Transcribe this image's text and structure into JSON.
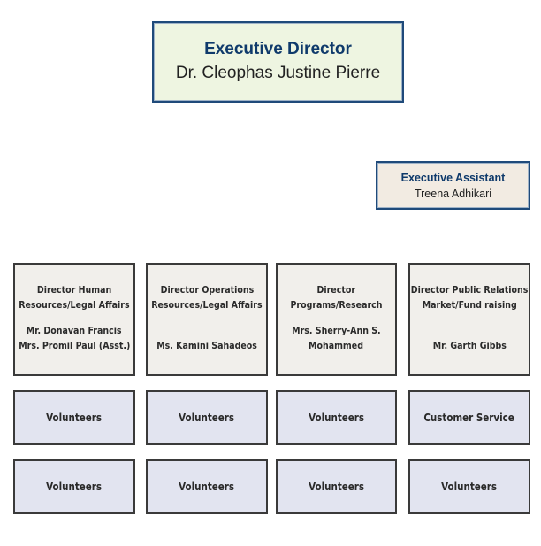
{
  "executive": {
    "title": "Executive Director",
    "name": "Dr. Cleophas Justine Pierre"
  },
  "assistant": {
    "title": "Executive Assistant",
    "name": "Treena Adhikari"
  },
  "directors": [
    {
      "title1": "Director Human",
      "title2": "Resources/Legal Affairs",
      "name1": "Mr. Donavan Francis",
      "name2": "Mrs. Promil Paul (Asst.)"
    },
    {
      "title1": "Director Operations",
      "title2": "Resources/Legal Affairs",
      "name1": "",
      "name2": "Ms.  Kamini Sahadeos"
    },
    {
      "title1": "Director",
      "title2": "Programs/Research",
      "name1": "Mrs. Sherry-Ann S.",
      "name2": "Mohammed"
    },
    {
      "title1": "Director Public Relations",
      "title2": "Market/Fund raising",
      "name1": "",
      "name2": "Mr. Garth Gibbs"
    }
  ],
  "row1": [
    "Volunteers",
    "Volunteers",
    "Volunteers",
    "Customer Service"
  ],
  "row2": [
    "Volunteers",
    "Volunteers",
    "Volunteers",
    "Volunteers"
  ],
  "colors": {
    "exec_fill": "#eef5e1",
    "assistant_fill": "#f2ebe2",
    "director_fill": "#f1efeb",
    "volunteer_fill": "#e2e4f0",
    "title_color": "#0f3a6b"
  }
}
